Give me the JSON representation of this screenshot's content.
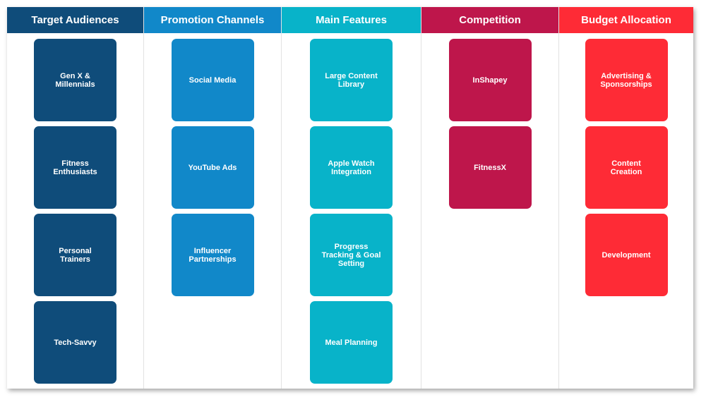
{
  "columns": [
    {
      "title": "Target Audiences",
      "header_color": "#0f4c7a",
      "card_color": "#0f4c7a",
      "cards": [
        "Gen X &\nMillennials",
        "Fitness\nEnthusiasts",
        "Personal\nTrainers",
        "Tech-Savvy"
      ]
    },
    {
      "title": "Promotion Channels",
      "header_color": "#1188c9",
      "card_color": "#1188c9",
      "cards": [
        "Social Media",
        "YouTube Ads",
        "Influencer\nPartnerships"
      ]
    },
    {
      "title": "Main Features",
      "header_color": "#08b3c9",
      "card_color": "#08b3c9",
      "cards": [
        "Large Content\nLibrary",
        "Apple Watch\nIntegration",
        "Progress\nTracking & Goal\nSetting",
        "Meal Planning"
      ]
    },
    {
      "title": "Competition",
      "header_color": "#be164b",
      "card_color": "#be164b",
      "cards": [
        "InShapey",
        "FitnessX"
      ]
    },
    {
      "title": "Budget Allocation",
      "header_color": "#fe2b36",
      "card_color": "#fe2b36",
      "cards": [
        "Advertising &\nSponsorships",
        "Content\nCreation",
        "Development"
      ]
    }
  ]
}
